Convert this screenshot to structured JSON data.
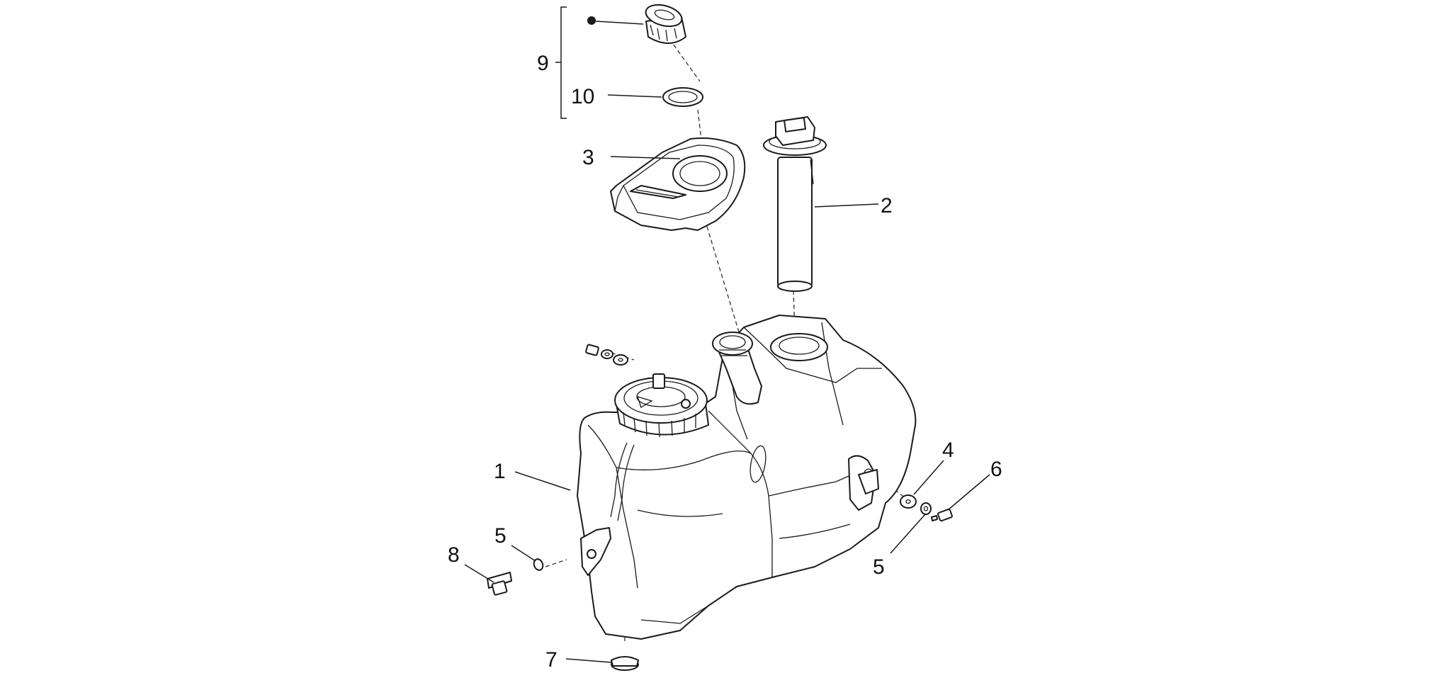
{
  "diagram": {
    "callouts": [
      {
        "id": "callout-9",
        "label": "9"
      },
      {
        "id": "callout-10",
        "label": "10"
      },
      {
        "id": "callout-3",
        "label": "3"
      },
      {
        "id": "callout-2",
        "label": "2"
      },
      {
        "id": "callout-1",
        "label": "1"
      },
      {
        "id": "callout-4",
        "label": "4"
      },
      {
        "id": "callout-6",
        "label": "6"
      },
      {
        "id": "callout-5a",
        "label": "5"
      },
      {
        "id": "callout-5b",
        "label": "5"
      },
      {
        "id": "callout-8",
        "label": "8"
      },
      {
        "id": "callout-7",
        "label": "7"
      }
    ],
    "colors": {
      "line": "#1a1a1a",
      "background": "#ffffff"
    }
  }
}
